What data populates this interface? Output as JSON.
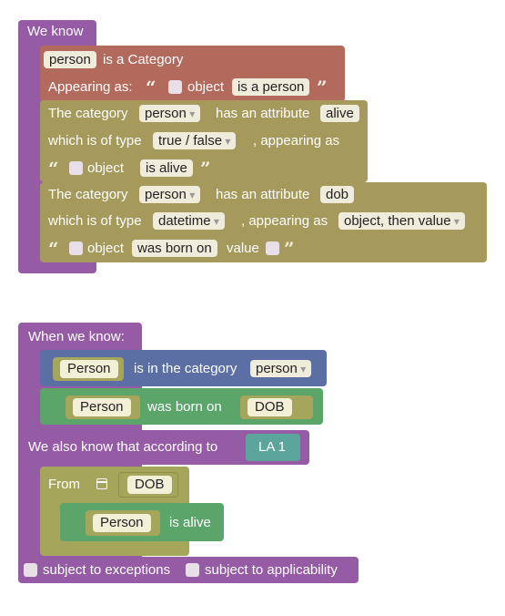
{
  "block1": {
    "header": "We know",
    "category": {
      "name_field": "person",
      "is_a_category": "is a Category",
      "appearing_as": "Appearing as:",
      "object_label": "object",
      "appearance_field": "is a person"
    },
    "attr_alive": {
      "prefix": "The category",
      "category_field": "person",
      "has_attribute": "has an attribute",
      "name_field": "alive",
      "type_label": "which is of type",
      "type_field": "true / false",
      "appearing_as": ", appearing as",
      "object_label": "object",
      "appearance_field": "is alive"
    },
    "attr_dob": {
      "prefix": "The category",
      "category_field": "person",
      "has_attribute": "has an attribute",
      "name_field": "dob",
      "type_label": "which is of type",
      "type_field": "datetime",
      "appearing_as": ", appearing as",
      "appearance_dropdown": "object, then value",
      "object_label": "object",
      "appearance_field": "was born on",
      "value_label": "value"
    }
  },
  "block2": {
    "header": "When we know:",
    "condition1": {
      "var": "Person",
      "text": "is in the category",
      "category_field": "person"
    },
    "condition2": {
      "var": "Person",
      "text": "was born on",
      "value_var": "DOB"
    },
    "also_know": "We also know that according to",
    "source": "LA 1",
    "from_label": "From",
    "from_var": "DOB",
    "alive_var": "Person",
    "alive_text": "is alive",
    "exceptions_label": "subject to exceptions",
    "applicability_label": "subject to applicability"
  },
  "colors": {
    "purple": "#955ba5",
    "brown": "#b26a5d",
    "olive": "#a5995b",
    "blue": "#5b6fa5",
    "green": "#5ba56a",
    "teal": "#5ba59a"
  }
}
